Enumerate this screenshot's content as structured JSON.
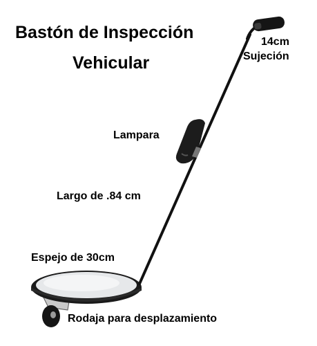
{
  "title": {
    "line1": "Bastón de Inspección",
    "line2": "Vehicular"
  },
  "labels": {
    "grip_size": "14cm",
    "grip": "Sujeción",
    "lamp": "Lampara",
    "length": "Largo de .84 cm",
    "mirror": "Espejo de 30cm",
    "wheel": "Rodaja para desplazamiento"
  },
  "colors": {
    "background": "#ffffff",
    "rod": "#111111",
    "mirror_surface": "#e6e8ea",
    "mirror_rim": "#1a1a1a"
  }
}
